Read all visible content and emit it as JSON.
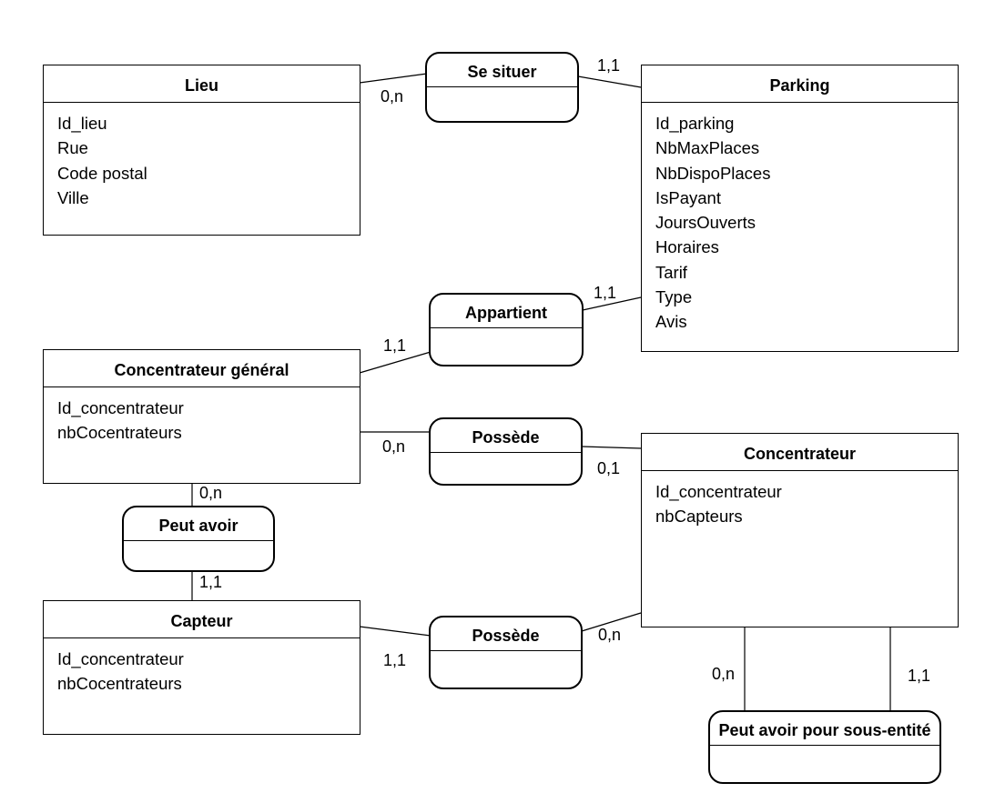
{
  "entities": {
    "lieu": {
      "name": "Lieu",
      "attributes": [
        "Id_lieu",
        "Rue",
        "Code postal",
        "Ville"
      ]
    },
    "parking": {
      "name": "Parking",
      "attributes": [
        "Id_parking",
        "NbMaxPlaces",
        "NbDispoPlaces",
        "IsPayant",
        "JoursOuverts",
        "Horaires",
        "Tarif",
        "Type",
        "Avis"
      ]
    },
    "concentrateur_general": {
      "name": "Concentrateur général",
      "attributes": [
        "Id_concentrateur",
        "nbCocentrateurs"
      ]
    },
    "concentrateur": {
      "name": "Concentrateur",
      "attributes": [
        "Id_concentrateur",
        "nbCapteurs"
      ]
    },
    "capteur": {
      "name": "Capteur",
      "attributes": [
        "Id_concentrateur",
        "nbCocentrateurs"
      ]
    }
  },
  "associations": {
    "se_situer": "Se situer",
    "appartient": "Appartient",
    "possede_1": "Possède",
    "peut_avoir": "Peut avoir",
    "possede_2": "Possède",
    "sous_entite": "Peut avoir pour sous-entité"
  },
  "cardinalities": {
    "lieu_se_situer": "0,n",
    "parking_se_situer": "1,1",
    "parking_appartient": "1,1",
    "cg_appartient": "1,1",
    "cg_possede": "0,n",
    "concentrateur_possede": "0,1",
    "cg_peut_avoir": "0,n",
    "capteur_peut_avoir": "1,1",
    "capteur_possede": "1,1",
    "concentrateur_possede_capteur": "0,n",
    "concentrateur_sous_entite_a": "0,n",
    "concentrateur_sous_entite_b": "1,1"
  }
}
